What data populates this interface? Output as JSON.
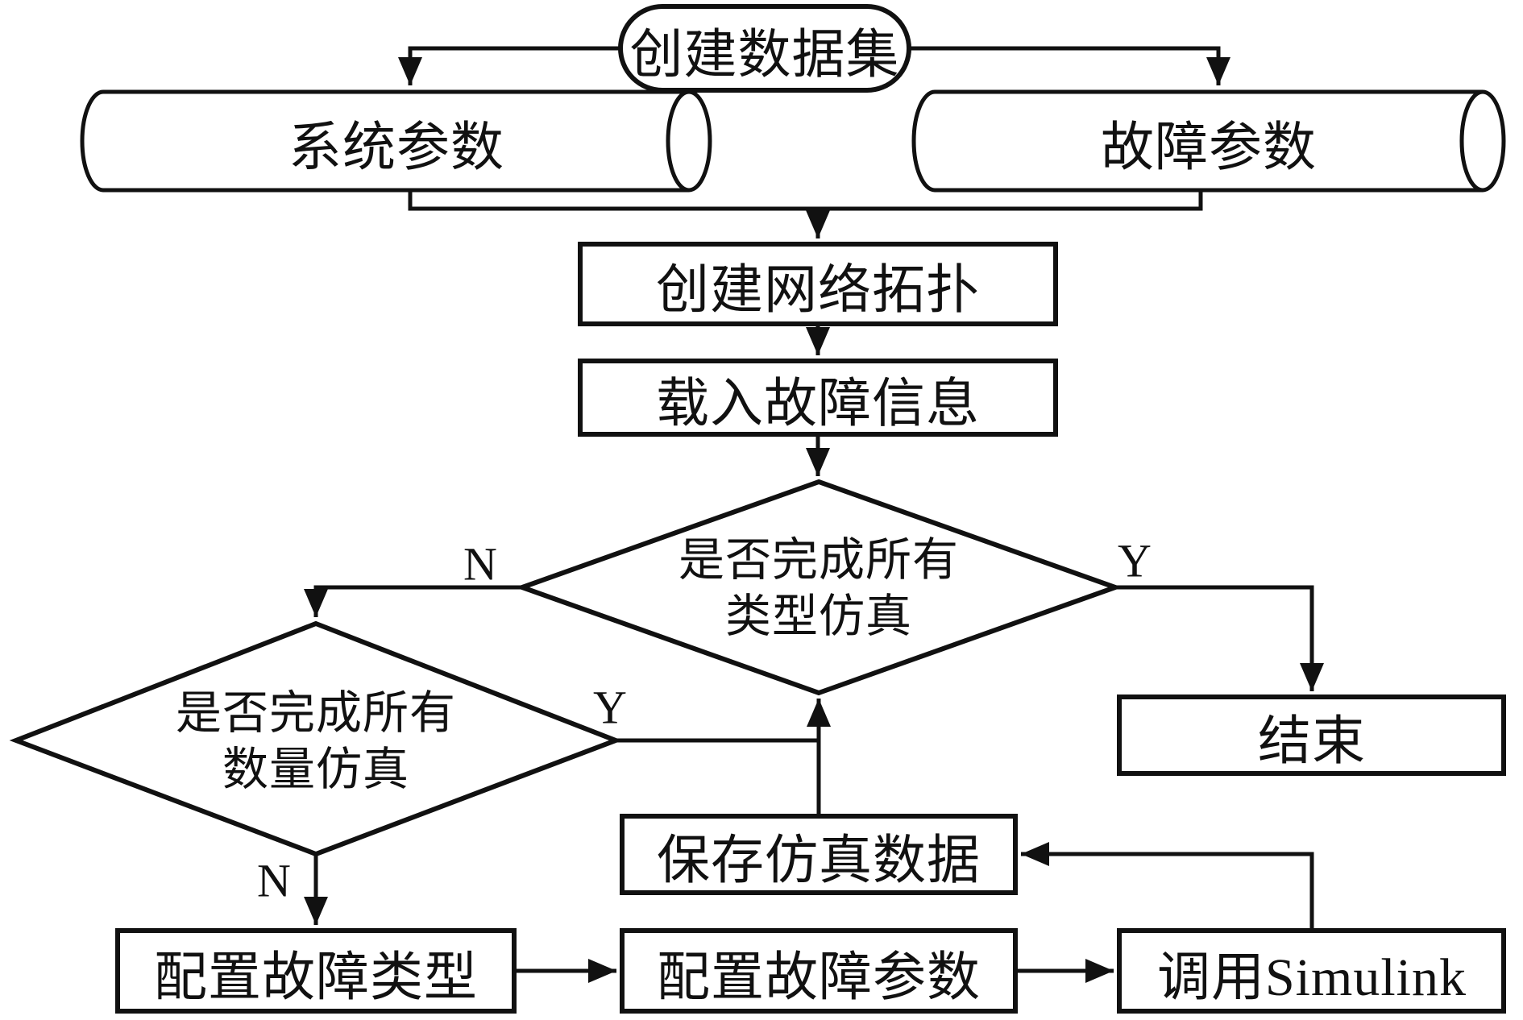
{
  "diagram": {
    "type": "flowchart",
    "colors": {
      "stroke": "#111111",
      "background": "#ffffff",
      "text": "#111111"
    },
    "nodes": {
      "create_dataset": {
        "label": "创建数据集",
        "shape": "terminator"
      },
      "system_params": {
        "label": "系统参数",
        "shape": "cylinder-horizontal"
      },
      "fault_params": {
        "label": "故障参数",
        "shape": "cylinder-horizontal"
      },
      "create_topology": {
        "label": "创建网络拓扑",
        "shape": "process"
      },
      "load_fault_info": {
        "label": "载入故障信息",
        "shape": "process"
      },
      "decision_all_types": {
        "line1": "是否完成所有",
        "line2": "类型仿真",
        "shape": "decision"
      },
      "decision_all_counts": {
        "line1": "是否完成所有",
        "line2": "数量仿真",
        "shape": "decision"
      },
      "end": {
        "label": "结束",
        "shape": "process"
      },
      "save_sim_data": {
        "label": "保存仿真数据",
        "shape": "process"
      },
      "config_fault_type": {
        "label": "配置故障类型",
        "shape": "process"
      },
      "config_fault_params": {
        "label": "配置故障参数",
        "shape": "process"
      },
      "call_simulink": {
        "label": "调用Simulink",
        "shape": "process"
      }
    },
    "branch_labels": {
      "types_no": "N",
      "types_yes": "Y",
      "counts_yes": "Y",
      "counts_no": "N"
    }
  }
}
